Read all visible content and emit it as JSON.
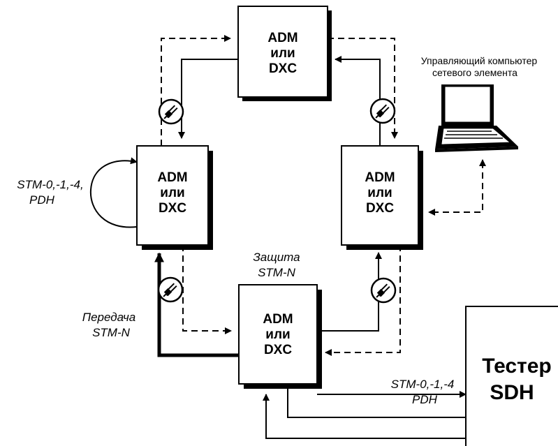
{
  "nodes": {
    "top": {
      "line1": "ADM",
      "line2": "или",
      "line3": "DXC"
    },
    "left": {
      "line1": "ADM",
      "line2": "или",
      "line3": "DXC"
    },
    "right": {
      "line1": "ADM",
      "line2": "или",
      "line3": "DXC"
    },
    "bottom": {
      "line1": "ADM",
      "line2": "или",
      "line3": "DXC"
    }
  },
  "tester": {
    "line1": "Тестер",
    "line2": "SDH"
  },
  "labels": {
    "tributary_left": {
      "line1": "STM-0,-1,-4,",
      "line2": "PDH"
    },
    "protection": {
      "line1": "Защита",
      "line2": "STM-N"
    },
    "transmission": {
      "line1": "Передача",
      "line2": "STM-N"
    },
    "tributary_tester": {
      "line1": "STM-0,-1,-4",
      "line2": "PDH"
    },
    "computer": {
      "line1": "Управляющий компьютер",
      "line2": "сетевого элемента"
    }
  },
  "colors": {
    "ink": "#000000",
    "background": "#ffffff",
    "shadow": "#000000"
  },
  "icons": [
    "fiber-connector-icon",
    "laptop-icon"
  ]
}
